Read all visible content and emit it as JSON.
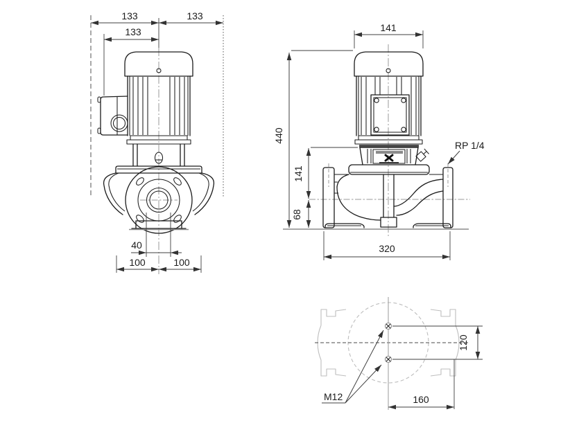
{
  "front_view": {
    "dim_overall_left": "133",
    "dim_overall_right": "133",
    "dim_terminal_box": "133",
    "dim_port_bore": "40",
    "dim_foot_left": "100",
    "dim_foot_right": "100"
  },
  "side_view": {
    "dim_motor_width": "141",
    "dim_overall_height": "440",
    "dim_head_height": "141",
    "dim_port_center_height": "68",
    "dim_flange_to_flange": "320",
    "label_pressure_port": "RP 1/4"
  },
  "top_view": {
    "dim_hole_spacing": "120",
    "dim_center_to_flange_face": "160",
    "label_thread_size": "M12"
  },
  "colors": {
    "line": "#1b1b1b",
    "dimension": "#3f3f3f",
    "centerline": "#9a9a9a",
    "ghost": "#bdbdbd",
    "ground": "#8c8c8c",
    "gasket": "#4d4d4d"
  }
}
